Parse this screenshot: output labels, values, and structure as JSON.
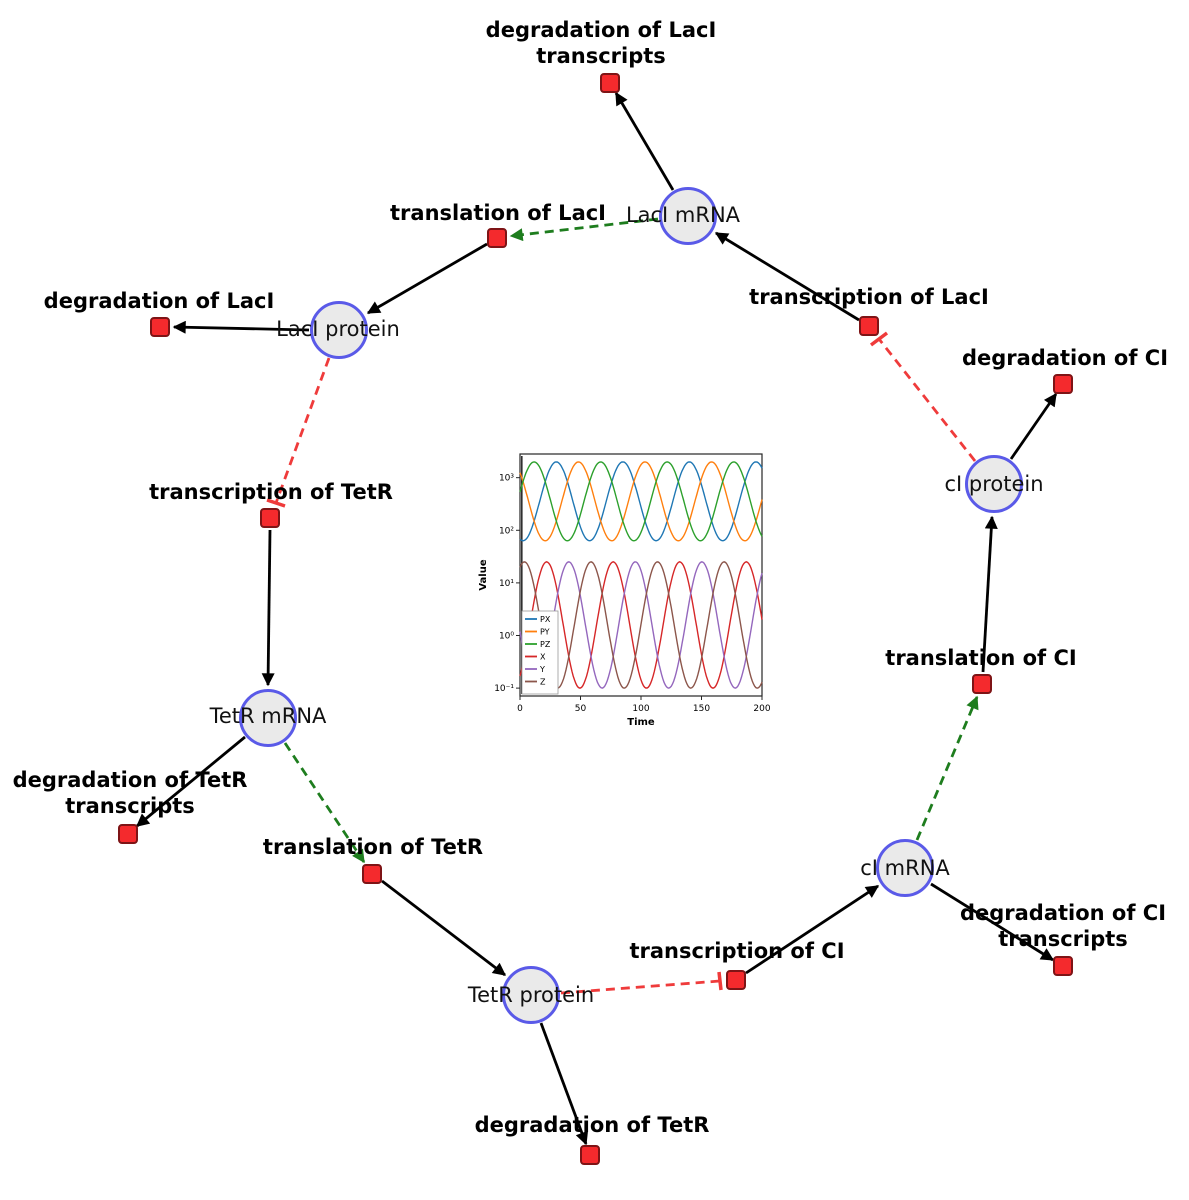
{
  "diagram": {
    "species": [
      {
        "id": "laci-mrna",
        "label": "LacI mRNA"
      },
      {
        "id": "laci-protein",
        "label": "LacI protein"
      },
      {
        "id": "tetr-mrna",
        "label": "TetR mRNA"
      },
      {
        "id": "tetr-protein",
        "label": "TetR protein"
      },
      {
        "id": "ci-mrna",
        "label": "cI mRNA"
      },
      {
        "id": "ci-protein",
        "label": "cI protein"
      }
    ],
    "reactions": [
      {
        "id": "degradation-of-laci-transcripts",
        "label": "degradation of LacI transcripts"
      },
      {
        "id": "translation-of-laci",
        "label": "translation of LacI"
      },
      {
        "id": "transcription-of-laci",
        "label": "transcription of LacI"
      },
      {
        "id": "degradation-of-laci",
        "label": "degradation of LacI"
      },
      {
        "id": "degradation-of-ci",
        "label": "degradation of CI"
      },
      {
        "id": "transcription-of-tetr",
        "label": "transcription of TetR"
      },
      {
        "id": "translation-of-ci",
        "label": "translation of CI"
      },
      {
        "id": "degradation-of-tetr-transcripts",
        "label": "degradation of TetR transcripts"
      },
      {
        "id": "translation-of-tetr",
        "label": "translation of TetR"
      },
      {
        "id": "degradation-of-ci-transcripts",
        "label": "degradation of CI transcripts"
      },
      {
        "id": "transcription-of-ci",
        "label": "transcription of CI"
      },
      {
        "id": "degradation-of-tetr",
        "label": "degradation of TetR"
      }
    ],
    "edges": [
      {
        "from": "LacI mRNA",
        "to": "degradation of LacI transcripts",
        "type": "consumption"
      },
      {
        "from": "transcription of LacI",
        "to": "LacI mRNA",
        "type": "production"
      },
      {
        "from": "LacI mRNA",
        "to": "translation of LacI",
        "type": "modifier"
      },
      {
        "from": "translation of LacI",
        "to": "LacI protein",
        "type": "production"
      },
      {
        "from": "LacI protein",
        "to": "degradation of LacI",
        "type": "consumption"
      },
      {
        "from": "LacI protein",
        "to": "transcription of TetR",
        "type": "inhibition"
      },
      {
        "from": "transcription of TetR",
        "to": "TetR mRNA",
        "type": "production"
      },
      {
        "from": "TetR mRNA",
        "to": "degradation of TetR transcripts",
        "type": "consumption"
      },
      {
        "from": "TetR mRNA",
        "to": "translation of TetR",
        "type": "modifier"
      },
      {
        "from": "translation of TetR",
        "to": "TetR protein",
        "type": "production"
      },
      {
        "from": "TetR protein",
        "to": "degradation of TetR",
        "type": "consumption"
      },
      {
        "from": "TetR protein",
        "to": "transcription of CI",
        "type": "inhibition"
      },
      {
        "from": "transcription of CI",
        "to": "cI mRNA",
        "type": "production"
      },
      {
        "from": "cI mRNA",
        "to": "degradation of CI transcripts",
        "type": "consumption"
      },
      {
        "from": "cI mRNA",
        "to": "translation of CI",
        "type": "modifier"
      },
      {
        "from": "translation of CI",
        "to": "cI protein",
        "type": "production"
      },
      {
        "from": "cI protein",
        "to": "degradation of CI",
        "type": "consumption"
      },
      {
        "from": "cI protein",
        "to": "transcription of LacI",
        "type": "inhibition"
      }
    ],
    "colors": {
      "species_fill": "#eaeaea",
      "species_border": "#5a5ae8",
      "reaction_fill": "#f42a2d",
      "reaction_border": "#7e1416",
      "edge_solid": "#000000",
      "edge_modifier": "#1e7d1e",
      "edge_inhibition": "#ef3b3b"
    }
  },
  "chart_data": {
    "type": "line",
    "title": "",
    "xlabel": "Time",
    "ylabel": "Value",
    "x_ticks": [
      0,
      50,
      100,
      150,
      200
    ],
    "xlim": [
      0,
      200
    ],
    "y_scale": "log",
    "y_ticks_log10": [
      -1,
      0,
      1,
      2,
      3
    ],
    "y_tick_labels": [
      "10⁻¹",
      "10⁰",
      "10¹",
      "10²",
      "10³"
    ],
    "ylim_log10": [
      -1.15,
      3.45
    ],
    "legend_position": "lower left",
    "grid": false,
    "x_sample_step": 10,
    "oscillation": {
      "period": 55
    },
    "series": [
      {
        "name": "PX",
        "color": "#1f77b4",
        "log10_mid": 2.55,
        "log10_amp": 0.75,
        "phase": 16.25,
        "values": [
          68,
          114,
          728,
          1995,
          728,
          114,
          68,
          278,
          1517,
          1517,
          278,
          68,
          114,
          728,
          1995,
          728,
          114,
          68,
          278,
          1517,
          1517
        ]
      },
      {
        "name": "PY",
        "color": "#ff7f0e",
        "log10_mid": 2.55,
        "log10_amp": 0.75,
        "phase": 34.58,
        "values": [
          1236,
          200,
          64,
          151,
          971,
          1932,
          530,
          92,
          76,
          388,
          1766,
          1236,
          200,
          64,
          151,
          971,
          1932,
          530,
          92,
          76,
          388
        ]
      },
      {
        "name": "PZ",
        "color": "#2ca02c",
        "log10_mid": 2.55,
        "log10_amp": 0.75,
        "phase": 52.91,
        "values": [
          537,
          1937,
          957,
          149,
          64,
          203,
          1245,
          1756,
          383,
          76,
          92,
          537,
          1937,
          957,
          149,
          64,
          203,
          1245,
          1756,
          383,
          76
        ]
      },
      {
        "name": "X",
        "color": "#d62728",
        "log10_mid": 0.2,
        "log10_amp": 1.2,
        "phase": 8.25,
        "values": [
          0.17,
          2.7,
          23.4,
          8.5,
          0.44,
          0.1,
          0.58,
          10.9,
          21.4,
          2.0,
          0.14,
          0.17,
          2.7,
          23.4,
          8.5,
          0.44,
          0.1,
          0.58,
          10.9,
          21.4,
          2.0
        ]
      },
      {
        "name": "Y",
        "color": "#9467bd",
        "log10_mid": 0.2,
        "log10_amp": 1.2,
        "phase": 26.58,
        "values": [
          1.19,
          0.12,
          0.24,
          4.5,
          25.1,
          5.5,
          0.28,
          0.11,
          0.96,
          15.3,
          17.1,
          1.19,
          0.12,
          0.24,
          4.5,
          25.1,
          5.5,
          0.28,
          0.11,
          0.96,
          15.3
        ]
      },
      {
        "name": "Z",
        "color": "#8c564b",
        "log10_mid": 0.2,
        "log10_amp": 1.2,
        "phase": 44.91,
        "values": [
          19.8,
          12.6,
          0.71,
          0.1,
          0.37,
          7.2,
          24.3,
          3.4,
          0.2,
          0.13,
          1.63,
          19.8,
          12.6,
          0.71,
          0.1,
          0.37,
          7.2,
          24.3,
          3.4,
          0.2,
          0.13
        ]
      }
    ]
  }
}
